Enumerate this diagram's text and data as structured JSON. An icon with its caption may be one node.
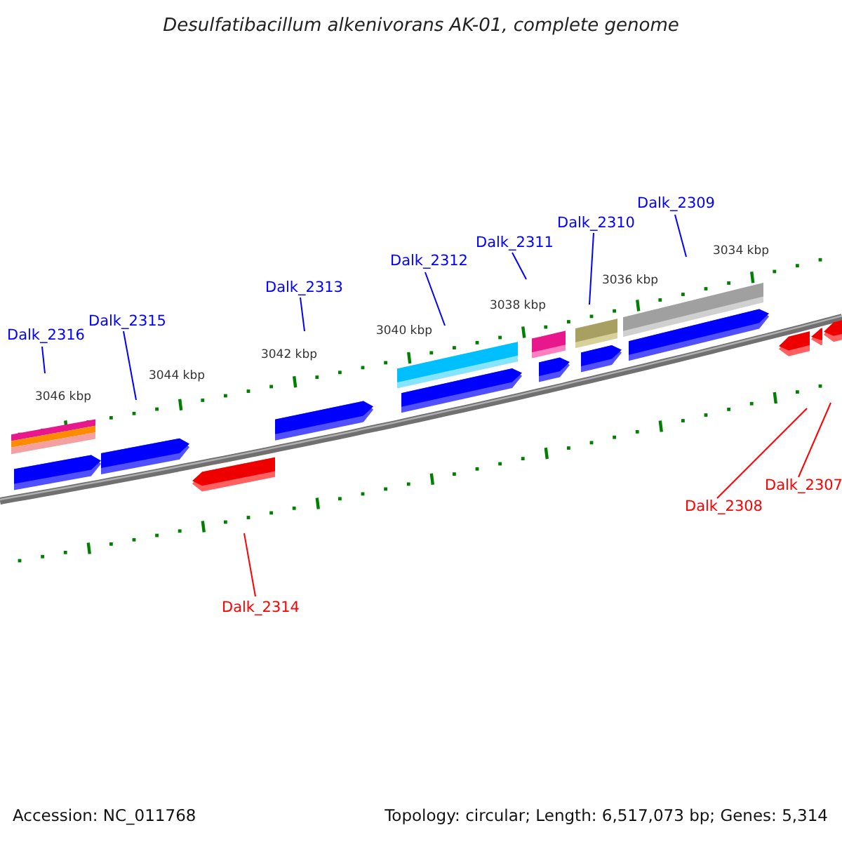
{
  "diagram": {
    "title": "Desulfatibacillum alkenivorans AK-01, complete genome",
    "nodes": [
      {
        "text": [
          "Dalk_2316"
        ]
      },
      {
        "text": [
          "Dalk_2315"
        ]
      },
      {
        "text": [
          "Dalk_2313"
        ]
      },
      {
        "text": [
          "Dalk_2312"
        ]
      },
      {
        "text": [
          "Dalk_2311"
        ]
      },
      {
        "text": [
          "Dalk_2310"
        ]
      },
      {
        "text": [
          "Dalk_2309"
        ]
      },
      {
        "text": [
          "Dalk_2314"
        ]
      },
      {
        "text": [
          "Dalk_2308"
        ]
      },
      {
        "text": [
          "Dalk_2307"
        ]
      }
    ],
    "edges": [
      {
        "from": 0,
        "to": null,
        "arrow": "none"
      },
      {
        "from": 1,
        "to": null,
        "arrow": "none"
      },
      {
        "from": 2,
        "to": null,
        "arrow": "none"
      },
      {
        "from": 3,
        "to": null,
        "arrow": "none"
      },
      {
        "from": 4,
        "to": null,
        "arrow": "none"
      },
      {
        "from": 5,
        "to": null,
        "arrow": "none"
      },
      {
        "from": 6,
        "to": null,
        "arrow": "none"
      },
      {
        "from": 7,
        "to": null,
        "arrow": "none",
        "color": "#ff0000"
      },
      {
        "from": 8,
        "to": null,
        "arrow": "none",
        "color": "#ff0000"
      },
      {
        "from": 9,
        "to": null,
        "arrow": "none",
        "color": "#ff0000"
      }
    ],
    "labels": [
      "3046 kbp",
      "3044 kbp",
      "3042 kbp",
      "3040 kbp",
      "3038 kbp",
      "3036 kbp",
      "3034 kbp",
      "Accession: NC_011768",
      "Topology: circular; Length: 6,517,073 bp; Genes: 5,314"
    ]
  }
}
